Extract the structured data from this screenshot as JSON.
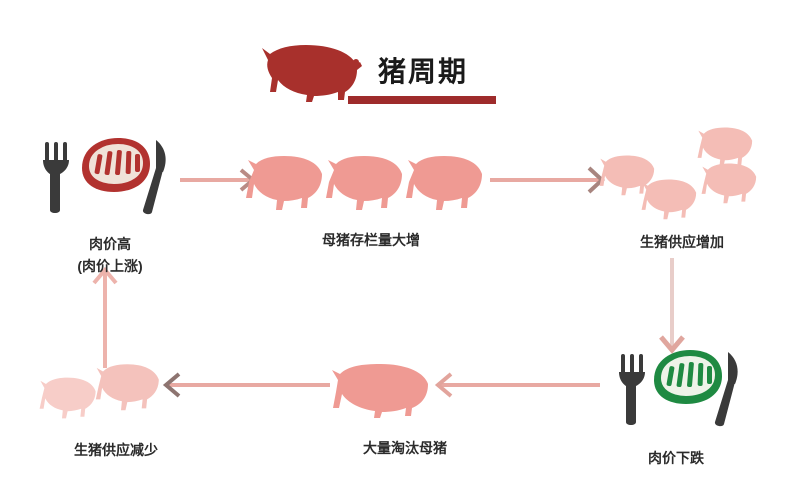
{
  "title": {
    "text": "猪周期",
    "pig_icon": "pig-silhouette-icon",
    "rule": "title-underline"
  },
  "colors": {
    "title_red": "#9e2b2b",
    "pig_dark_red": "#a8302c",
    "pig_pink": "#ef9a93",
    "pig_pink_faded": "#f6c9c4",
    "arrow_pink": "#e8a9a2",
    "steak_red": "#b2322f",
    "steak_green": "#1f8a42",
    "cutlery_dark": "#3a3a3a",
    "label_text": "#2b2b2b"
  },
  "nodes": [
    {
      "id": "price-high",
      "label": "肉价高",
      "sublabel": "(肉价上涨)",
      "icon": "steak-red-with-cutlery-icon"
    },
    {
      "id": "sow-stock",
      "label": "母猪存栏量大增",
      "sublabel": "",
      "icon": "three-pigs-icon"
    },
    {
      "id": "supply-up",
      "label": "生猪供应增加",
      "sublabel": "",
      "icon": "four-pigs-scattered-icon"
    },
    {
      "id": "price-down",
      "label": "肉价下跌",
      "sublabel": "",
      "icon": "steak-green-with-cutlery-icon"
    },
    {
      "id": "cull-sows",
      "label": "大量淘汰母猪",
      "sublabel": "",
      "icon": "single-pig-icon"
    },
    {
      "id": "supply-down",
      "label": "生猪供应减少",
      "sublabel": "",
      "icon": "two-pigs-faded-icon"
    }
  ],
  "arrows": [
    {
      "id": "arrow-price-high-to-sow-stock",
      "direction": "right",
      "icon": "arrow-right-icon"
    },
    {
      "id": "arrow-sow-stock-to-supply-up",
      "direction": "right",
      "icon": "arrow-right-icon"
    },
    {
      "id": "arrow-supply-up-to-price-down",
      "direction": "down",
      "icon": "arrow-down-icon"
    },
    {
      "id": "arrow-price-down-to-cull-sows",
      "direction": "left",
      "icon": "arrow-left-icon"
    },
    {
      "id": "arrow-cull-sows-to-supply-down",
      "direction": "left",
      "icon": "arrow-left-icon"
    },
    {
      "id": "arrow-supply-down-to-price-high",
      "direction": "up",
      "icon": "arrow-up-icon"
    }
  ]
}
